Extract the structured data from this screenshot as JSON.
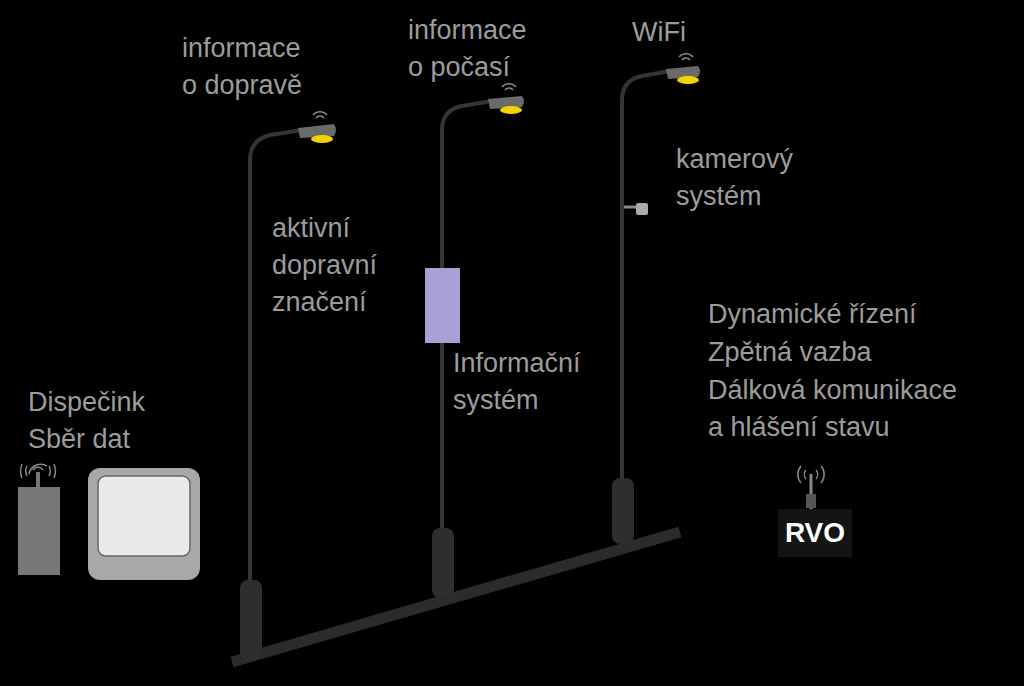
{
  "diagram": {
    "nodes": [
      {
        "text": [
          "RVO"
        ]
      }
    ],
    "labels": [
      "informace o dopravě",
      "informace o počasí",
      "WiFi",
      "kamerový systém",
      "aktivní dopravní značení",
      "Informační systém",
      "Dynamické řízení",
      "Zpětná vazba",
      "Dálková komunikace a hlášení stavu",
      "Dispečink",
      "Sběr dat"
    ]
  }
}
